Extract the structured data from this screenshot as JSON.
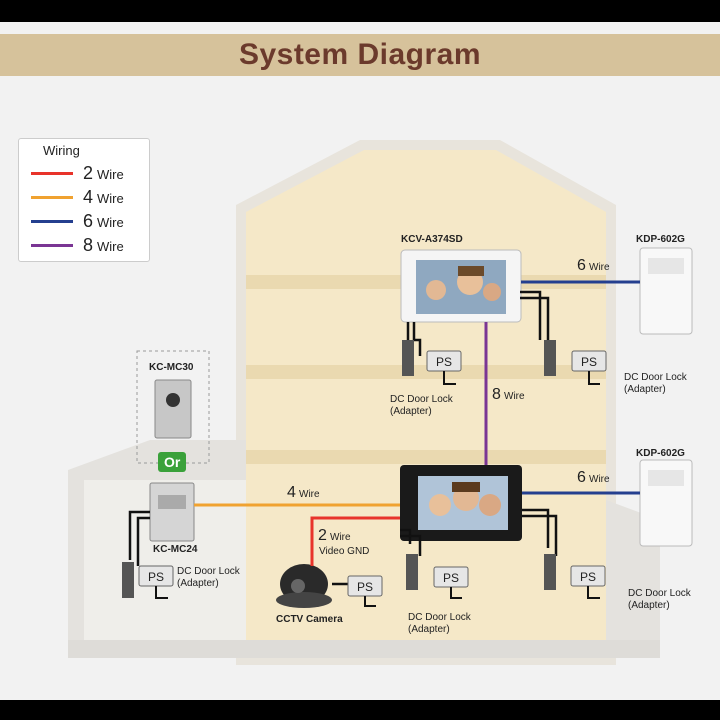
{
  "title": "System Diagram",
  "legend": {
    "title": "Wiring",
    "items": [
      {
        "num": "2",
        "word": "Wire",
        "color": "#e8332a"
      },
      {
        "num": "4",
        "word": "Wire",
        "color": "#f0a230"
      },
      {
        "num": "6",
        "word": "Wire",
        "color": "#243f8f"
      },
      {
        "num": "8",
        "word": "Wire",
        "color": "#7a3594"
      }
    ]
  },
  "devices": {
    "monitor_top": "KCV-A374SD",
    "sub_top": "KDP-602G",
    "sub_bottom": "KDP-602G",
    "door_top": "KC-MC30",
    "door_bottom": "KC-MC24",
    "or_label": "Or",
    "camera": "CCTV Camera"
  },
  "wires": {
    "six_top": {
      "num": "6",
      "word": "Wire"
    },
    "six_bottom": {
      "num": "6",
      "word": "Wire"
    },
    "eight": {
      "num": "8",
      "word": "Wire"
    },
    "four": {
      "num": "4",
      "word": "Wire"
    },
    "two": {
      "num": "2",
      "word": "Wire",
      "extra": "Video GND"
    }
  },
  "ps_label": "PS",
  "door_lock_label_1": "DC Door Lock",
  "door_lock_label_2": "(Adapter)"
}
